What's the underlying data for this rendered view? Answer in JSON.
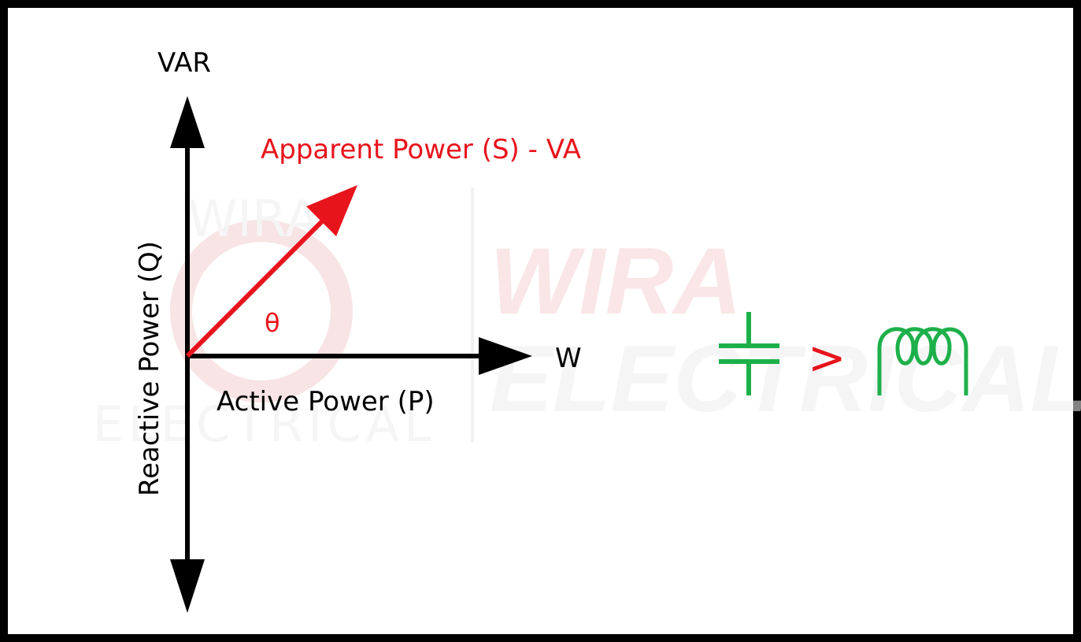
{
  "diagram": {
    "y_axis_unit": "VAR",
    "x_axis_unit": "W",
    "vector_label": "Apparent Power (S) - VA",
    "angle_label": "θ",
    "x_axis_label": "Active Power (P)",
    "y_axis_label": "Reactive Power (Q)",
    "comparison_symbol": ">"
  },
  "watermark": {
    "brand_top": "WIRA",
    "brand_bottom": "ELECTRICAL"
  },
  "colors": {
    "axis": "#000000",
    "vector": "#e8141c",
    "components": "#1db04a",
    "watermark": "#f2c8c8"
  },
  "icons": {
    "left_component": "capacitor-icon",
    "right_component": "inductor-icon"
  }
}
